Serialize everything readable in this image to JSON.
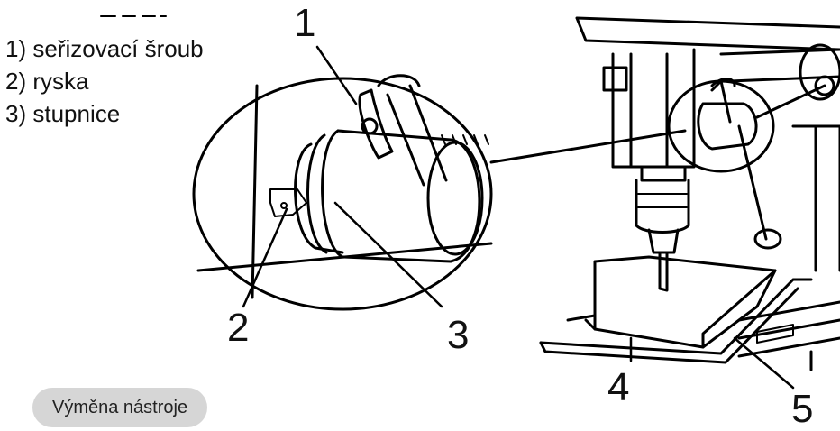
{
  "legend": {
    "items": [
      "1) seřizovací šroub",
      "2) ryska",
      "3) stupnice"
    ]
  },
  "callouts": [
    "1",
    "2",
    "3",
    "4",
    "5"
  ],
  "caption": "Výměna nástroje"
}
